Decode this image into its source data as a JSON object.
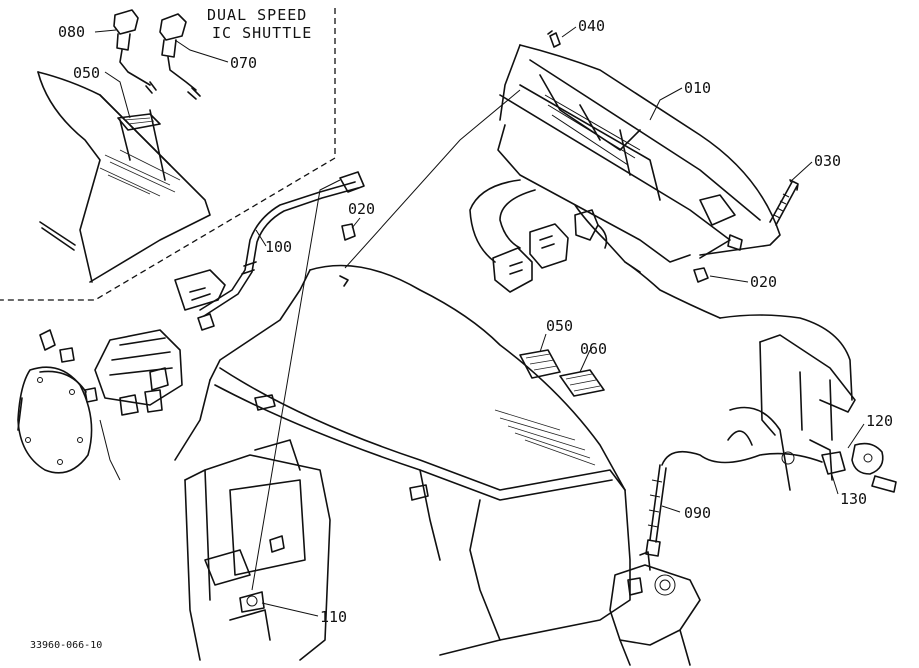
{
  "inset": {
    "caption_line1": "DUAL SPEED",
    "caption_line2": "IC SHUTTLE"
  },
  "callouts": {
    "c080": "080",
    "c070": "070",
    "c050_inset": "050",
    "c040": "040",
    "c010": "010",
    "c030": "030",
    "c020_left": "020",
    "c020_right": "020",
    "c100": "100",
    "c050_panel": "050",
    "c060": "060",
    "c120": "120",
    "c130": "130",
    "c090": "090",
    "c110": "110"
  },
  "figure_number": "33960-066-10"
}
